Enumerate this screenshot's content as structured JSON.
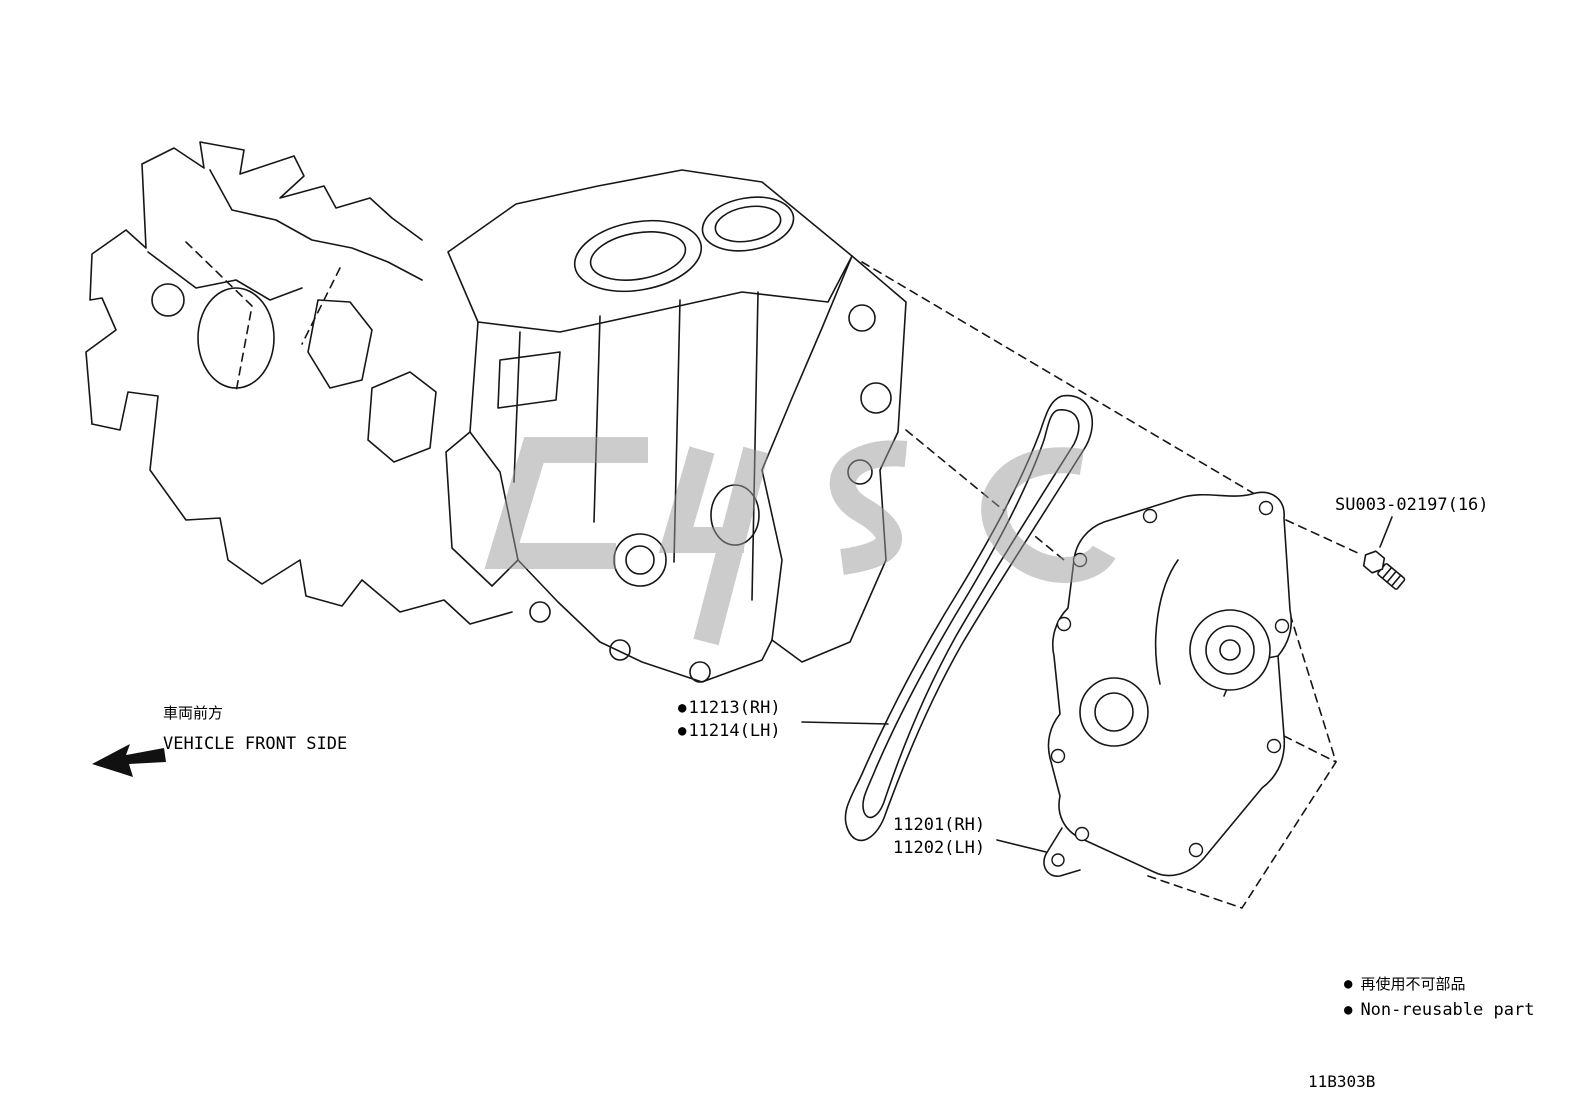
{
  "page": {
    "diagram_code": "11B303B",
    "background": "#ffffff",
    "line_color": "#161616",
    "watermark_color": "#9a9a9a"
  },
  "orientation": {
    "jp": "車両前方",
    "en": "VEHICLE FRONT SIDE"
  },
  "parts": {
    "bolt": {
      "label": "SU003-02197(16)"
    },
    "gasket": {
      "rh": "11213(RH)",
      "lh": "11214(LH)"
    },
    "cover": {
      "rh": "11201(RH)",
      "lh": "11202(LH)"
    }
  },
  "legend": {
    "bullet": "●",
    "jp": "再使用不可部品",
    "en": "Non-reusable part"
  }
}
